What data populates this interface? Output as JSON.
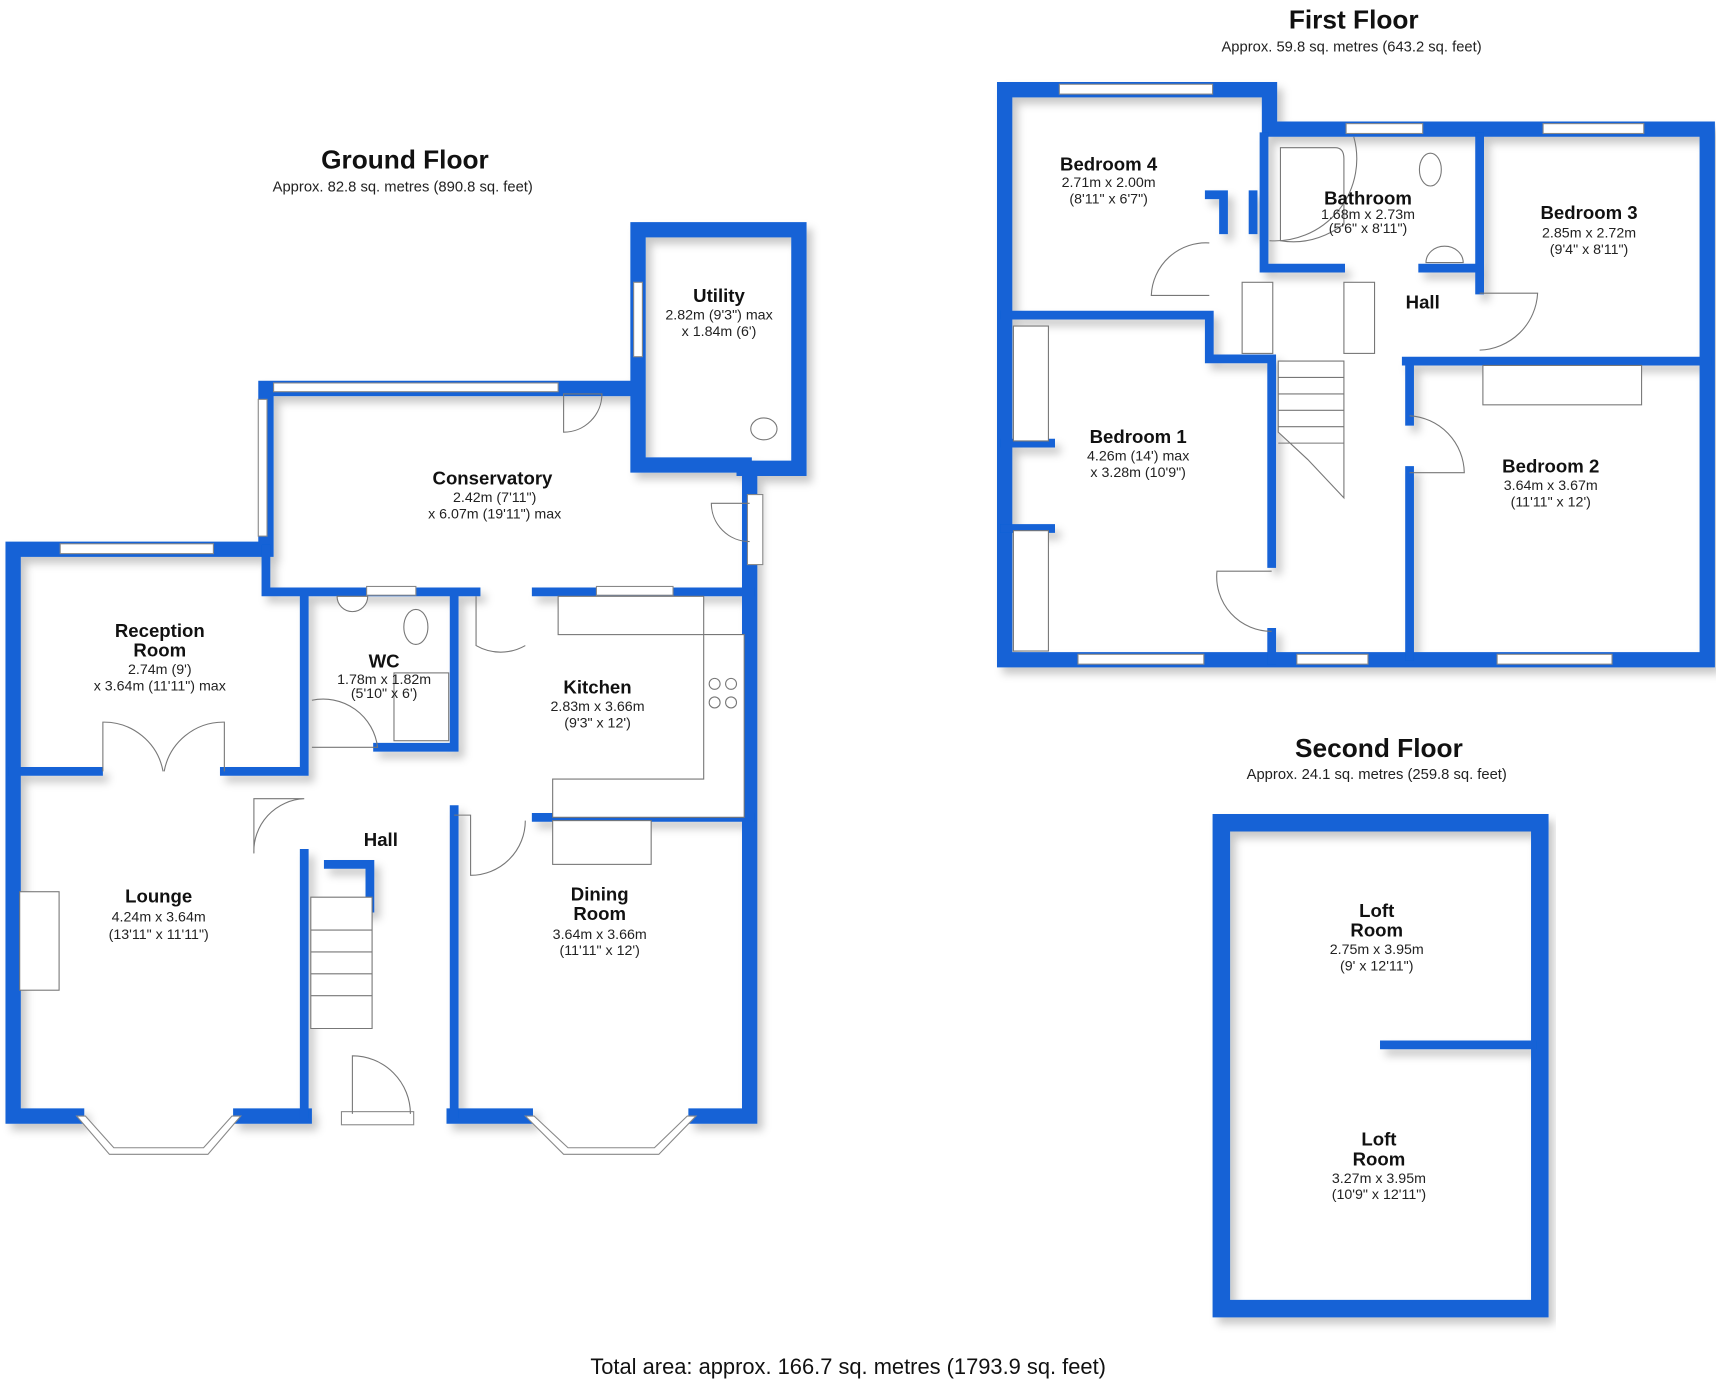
{
  "ground_floor": {
    "title": "Ground Floor",
    "area": "Approx. 82.8 sq. metres (890.8 sq. feet)",
    "rooms": {
      "utility": {
        "name": "Utility",
        "dim1": "2.82m (9'3\") max",
        "dim2": "x 1.84m (6')"
      },
      "conservatory": {
        "name": "Conservatory",
        "dim1": "2.42m (7'11\")",
        "dim2": "x 6.07m (19'11\") max"
      },
      "reception": {
        "name1": "Reception",
        "name2": "Room",
        "dim1": "2.74m (9')",
        "dim2": "x 3.64m (11'11\") max"
      },
      "wc": {
        "name": "WC",
        "dim1": "1.78m x 1.82m",
        "dim2": "(5'10\" x 6')"
      },
      "kitchen": {
        "name": "Kitchen",
        "dim1": "2.83m x 3.66m",
        "dim2": "(9'3\" x 12')"
      },
      "hall": {
        "name": "Hall"
      },
      "lounge": {
        "name": "Lounge",
        "dim1": "4.24m x 3.64m",
        "dim2": "(13'11\" x 11'11\")"
      },
      "dining": {
        "name1": "Dining",
        "name2": "Room",
        "dim1": "3.64m x 3.66m",
        "dim2": "(11'11\" x 12')"
      }
    }
  },
  "first_floor": {
    "title": "First Floor",
    "area": "Approx. 59.8 sq. metres (643.2 sq. feet)",
    "rooms": {
      "bedroom4": {
        "name": "Bedroom 4",
        "dim1": "2.71m x 2.00m",
        "dim2": "(8'11\" x 6'7\")"
      },
      "bathroom": {
        "name": "Bathroom",
        "dim1": "1.68m x 2.73m",
        "dim2": "(5'6\" x 8'11\")"
      },
      "bedroom3": {
        "name": "Bedroom 3",
        "dim1": "2.85m x 2.72m",
        "dim2": "(9'4\" x 8'11\")"
      },
      "hall": {
        "name": "Hall"
      },
      "bedroom1": {
        "name": "Bedroom 1",
        "dim1": "4.26m (14') max",
        "dim2": "x 3.28m (10'9\")"
      },
      "bedroom2": {
        "name": "Bedroom 2",
        "dim1": "3.64m x 3.67m",
        "dim2": "(11'11\" x 12')"
      }
    }
  },
  "second_floor": {
    "title": "Second Floor",
    "area": "Approx. 24.1 sq. metres (259.8 sq. feet)",
    "rooms": {
      "loft1": {
        "name1": "Loft",
        "name2": "Room",
        "dim1": "2.75m x 3.95m",
        "dim2": "(9' x 12'11\")"
      },
      "loft2": {
        "name1": "Loft",
        "name2": "Room",
        "dim1": "3.27m x 3.95m",
        "dim2": "(10'9\" x 12'11\")"
      }
    }
  },
  "total_area": "Total area: approx. 166.7 sq. metres (1793.9 sq. feet)",
  "colors": {
    "wall": "#1262d6"
  }
}
